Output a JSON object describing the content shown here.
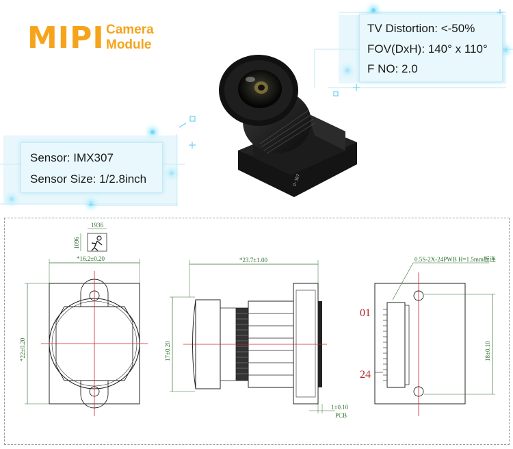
{
  "header": {
    "brand": "MIPI",
    "subtitle_line1": "Camera",
    "subtitle_line2": "Module"
  },
  "specs_right": [
    {
      "label": "TV Distortion: <-50%"
    },
    {
      "label": "FOV(DxH): 140° x 110°"
    },
    {
      "label": "F NO: 2.0"
    }
  ],
  "specs_left": [
    {
      "label": "Sensor: IMX307"
    },
    {
      "label": "Sensor Size: 1/2.8inch"
    }
  ],
  "drawing": {
    "logo_dim_top": "1936",
    "logo_dim_side": "1096",
    "front_width": "*16.2±0.20",
    "front_height": "*22±0.20",
    "side_length": "*23.7±1.00",
    "side_height": "17±0.20",
    "pcb_thickness": "1±0.10",
    "pcb_label": "PCB",
    "connector_spec": "0.5S-2X-24PWB H=1.5mm板连",
    "back_height": "18±0.10",
    "pin_first": "01",
    "pin_last": "24"
  },
  "colors": {
    "brand_orange": "#f5a41c",
    "dimension_green": "#2f6e2f",
    "centerline_red": "#d42020",
    "pin_label_red": "#b22222",
    "panel_bg": "#e8f7fc"
  }
}
